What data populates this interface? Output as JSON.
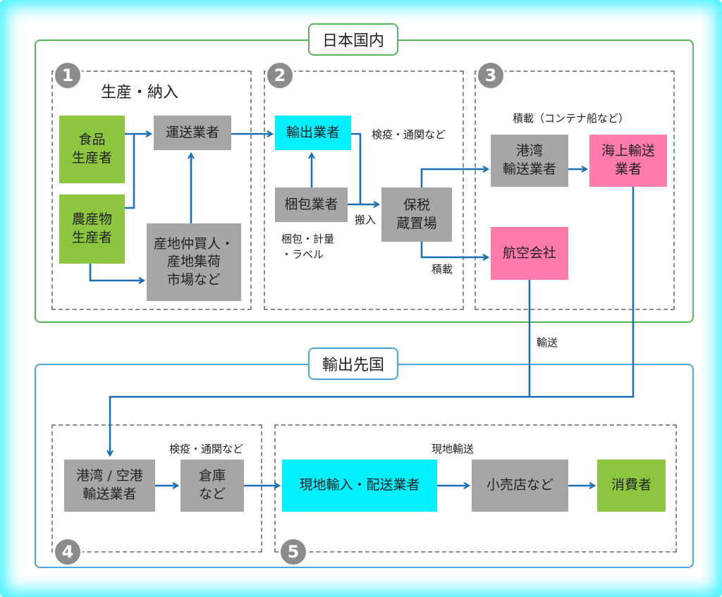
{
  "regions": {
    "domestic_title": "日本国内",
    "export_title": "輸出先国"
  },
  "section_numbers": [
    "1",
    "2",
    "3",
    "4",
    "5"
  ],
  "section1": {
    "heading": "生産・納入",
    "food_producer": "食品\n生産者",
    "agri_producer": "農産物\n生産者",
    "transport_company": "運送業者",
    "local_buyers": "産地仲買人・\n産地集荷\n市場など"
  },
  "section2": {
    "exporter": "輸出業者",
    "packer": "梱包業者",
    "bonded_warehouse": "保税\n蔵置場",
    "label_inspection": "検疫・通関など",
    "label_packing": "梱包・計量\n・ラベル",
    "label_carry_in": "搬入",
    "label_loading": "積載"
  },
  "section3": {
    "label_loading_ship": "積載（コンテナ船など）",
    "port_transport": "港湾\n輸送業者",
    "marine_transport": "海上輸送\n業者",
    "airline": "航空会社"
  },
  "transit": {
    "label_transport": "輸送"
  },
  "section4": {
    "label_inspection": "検疫・通関など",
    "port_airport_transport": "港湾 / 空港\n輸送業者",
    "warehouse": "倉庫\nなど"
  },
  "section5": {
    "label_local_transport": "現地輸送",
    "local_import_delivery": "現地輸入・配送業者",
    "retailers": "小売店など",
    "consumers": "消費者"
  },
  "colors": {
    "arrow": "#1a6fb5",
    "gray_box": "#a6a6a6",
    "green_box": "#8cc63f",
    "cyan_box": "#00f0ff",
    "pink_box": "#ff7bac"
  }
}
